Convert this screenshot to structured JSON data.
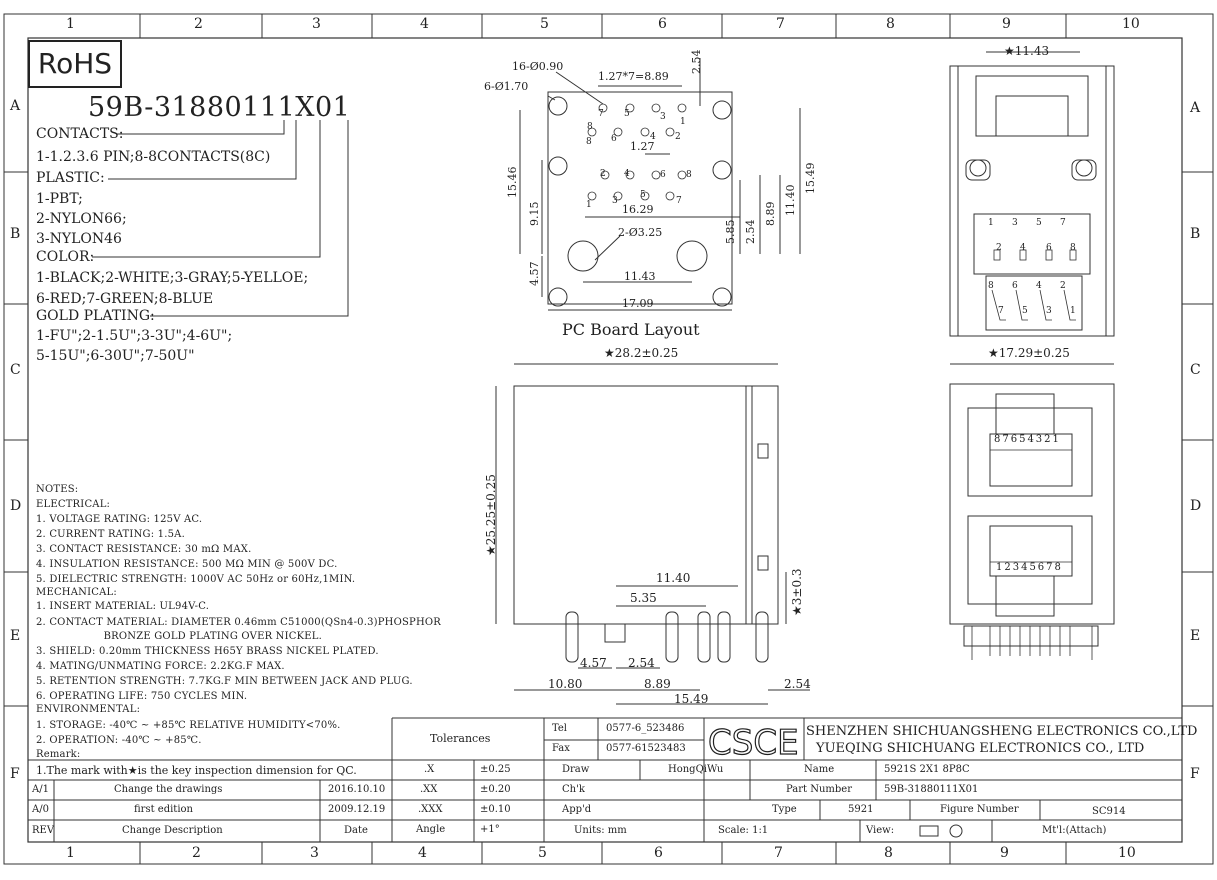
{
  "grid": {
    "cols": [
      "1",
      "2",
      "3",
      "4",
      "5",
      "6",
      "7",
      "8",
      "9",
      "10"
    ],
    "rows": [
      "A",
      "B",
      "C",
      "D",
      "E",
      "F"
    ]
  },
  "rohs": "RoHS",
  "part_code": "59B-31880111X01",
  "spec": {
    "contacts_label": "CONTACTS:",
    "contacts_value": "1-1.2.3.6 PIN;8-8CONTACTS(8C)",
    "plastic_label": "PLASTIC:",
    "plastic_values": [
      "1-PBT;",
      "2-NYLON66;",
      "3-NYLON46"
    ],
    "color_label": "COLOR:",
    "color_values": [
      "1-BLACK;2-WHITE;3-GRAY;5-YELLOE;",
      "6-RED;7-GREEN;8-BLUE"
    ],
    "gold_label": "GOLD PLATING:",
    "gold_values": [
      "1-FU\";2-1.5U\";3-3U\";4-6U\";",
      "5-15U\";6-30U\";7-50U\""
    ]
  },
  "notes": [
    "NOTES:",
    "ELECTRICAL:",
    "1. VOLTAGE RATING: 125V AC.",
    "2. CURRENT RATING: 1.5A.",
    "3. CONTACT RESISTANCE: 30 mΩ MAX.",
    "4. INSULATION RESISTANCE: 500 MΩ MIN @ 500V DC.",
    "5. DIELECTRIC STRENGTH: 1000V AC 50Hz or 60Hz,1MIN.",
    "MECHANICAL:",
    "1. INSERT MATERIAL: UL94V-C.",
    "2. CONTACT MATERIAL: DIAMETER 0.46mm C51000(QSn4-0.3)PHOSPHOR",
    "                    BRONZE GOLD PLATING OVER NICKEL.",
    "3. SHIELD: 0.20mm THICKNESS H65Y BRASS NICKEL PLATED.",
    "4. MATING/UNMATING FORCE: 2.2KG.F MAX.",
    "5. RETENTION STRENGTH: 7.7KG.F MIN BETWEEN JACK AND PLUG.",
    "6. OPERATING LIFE: 750 CYCLES MIN.",
    "ENVIRONMENTAL:",
    "1. STORAGE: -40℃ ~ +85℃ RELATIVE HUMIDITY<70%.",
    "2. OPERATION: -40℃ ~ +85℃.",
    "Remark:",
    "1.The mark with★is the key inspection dimension for QC."
  ],
  "pcb": {
    "title": "PC Board Layout",
    "dims": {
      "holes16": "16-Ø0.90",
      "holes6": "6-Ø1.70",
      "pitch": "1.27*7=8.89",
      "d254": "2.54",
      "d127": "1.27",
      "d1546": "15.46",
      "d915": "9.15",
      "d1629": "16.29",
      "d585": "5.85",
      "d254b": "2.54",
      "d889": "8.89",
      "d1140": "11.40",
      "d1549": "15.49",
      "big": "2-Ø3.25",
      "d457": "4.57",
      "d1143": "11.43",
      "d1709": "17.09"
    },
    "top_pins": [
      "7",
      "5",
      "3",
      "1"
    ],
    "left_pins": [
      "8",
      "6",
      "4",
      "2"
    ],
    "lower_pins_a": [
      "2",
      "4",
      "6",
      "8"
    ],
    "lower_pins_b": [
      "1",
      "3",
      "5",
      "7"
    ],
    "mid_pins": [
      "8",
      "6",
      "4",
      "2"
    ]
  },
  "side": {
    "width": "★28.2±0.25",
    "height": "★25.25±0.25",
    "d1140": "11.40",
    "d535": "5.35",
    "d3": "★3±0.3",
    "d457": "4.57",
    "d254": "2.54",
    "d1080": "10.80",
    "d889": "8.89",
    "d1549": "15.49",
    "d254b": "2.54"
  },
  "right_top": {
    "width": "★11.43",
    "pins_top": [
      "1",
      "3",
      "5",
      "7"
    ],
    "pins_mid": [
      "2",
      "4",
      "6",
      "8"
    ],
    "pins_low": [
      "8",
      "6",
      "4",
      "2"
    ],
    "pins_bot": [
      "7",
      "5",
      "3",
      "1"
    ]
  },
  "right_front": {
    "width": "★17.29±0.25",
    "top_port": "87654321",
    "bottom_port": "12345678"
  },
  "titleblock": {
    "tolerances": "Tolerances",
    "tel_label": "Tel",
    "tel": "0577-6_523486",
    "fax_label": "Fax",
    "fax": "0577-61523483",
    "logo": "CSCE",
    "company1": "SHENZHEN SHICHUANGSHENG ELECTRONICS CO.,LTD",
    "company2": "YUEQING SHICHUANG ELECTRONICS CO., LTD",
    "tol_rows": [
      [
        ".X",
        "±0.25"
      ],
      [
        ".XX",
        "±0.20"
      ],
      [
        ".XXX",
        "±0.10"
      ],
      [
        "Angle",
        "+1°"
      ]
    ],
    "draw_label": "Draw",
    "draw_value": "HongQiWu",
    "check_label": "Ch'k",
    "appd_label": "App'd",
    "name_label": "Name",
    "name_value": "5921S 2X1 8P8C",
    "partno_label": "Part Number",
    "partno_value": "59B-31880111X01",
    "type_label": "Type",
    "type_value": "5921",
    "figno_label": "Figure Number",
    "figno_value": "SC914",
    "units": "Units: mm",
    "scale": "Scale: 1:1",
    "view": "View:",
    "material": "Mt'l:(Attach)",
    "revs": [
      [
        "A/1",
        "Change the drawings",
        "2016.10.10"
      ],
      [
        "A/0",
        "first edition",
        "2009.12.19"
      ],
      [
        "REV",
        "Change Description",
        "Date"
      ]
    ]
  }
}
